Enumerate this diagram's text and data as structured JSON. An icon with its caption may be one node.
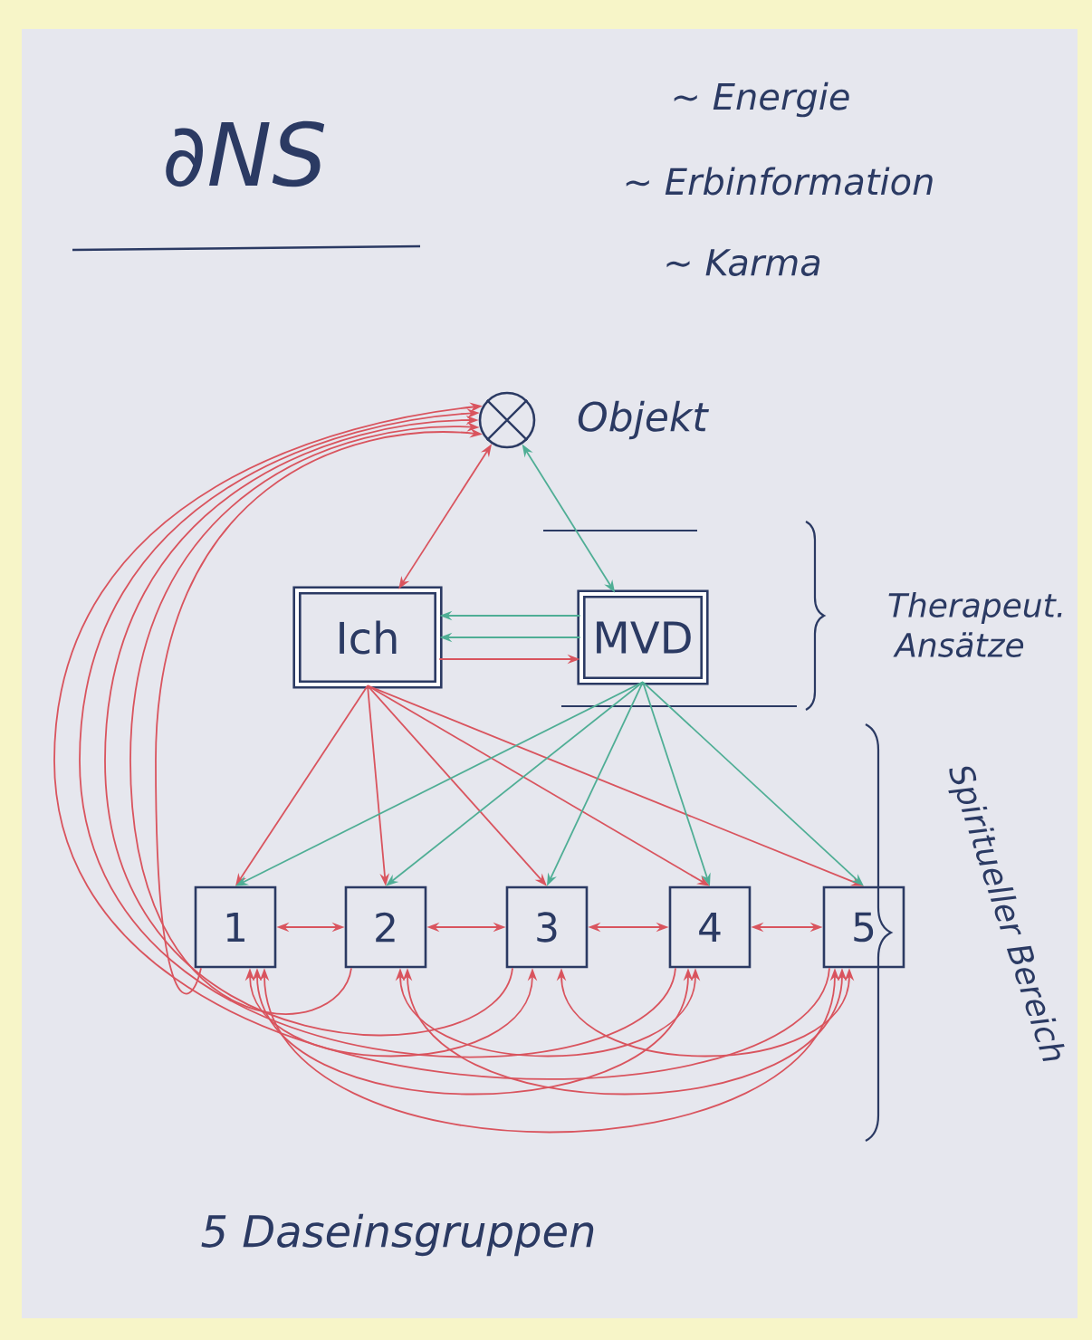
{
  "diagram": {
    "title": "∂NS",
    "nodes": [
      {
        "text": [],
        "shape": "circle",
        "beside": [
          "Objekt"
        ]
      },
      {
        "text": [
          "Ich"
        ]
      },
      {
        "text": [
          "MVD"
        ]
      },
      {
        "text": [
          "1"
        ]
      },
      {
        "text": [
          "2"
        ]
      },
      {
        "text": [
          "3"
        ]
      },
      {
        "text": [
          "4"
        ]
      },
      {
        "text": [
          "5"
        ]
      }
    ],
    "edges": [
      {
        "from": 1,
        "to": 0,
        "arrow": "both"
      },
      {
        "from": 2,
        "to": 0,
        "arrow": "both",
        "color": "#4fae95"
      },
      {
        "from": 1,
        "to": 2,
        "arrow": "to"
      },
      {
        "from": 2,
        "to": 1,
        "arrow": "to",
        "color": "#4fae95"
      },
      {
        "from": 2,
        "to": 1,
        "arrow": "to",
        "color": "#4fae95"
      },
      {
        "from": 1,
        "to": 3,
        "arrow": "to"
      },
      {
        "from": 1,
        "to": 4,
        "arrow": "to"
      },
      {
        "from": 1,
        "to": 5,
        "arrow": "to"
      },
      {
        "from": 1,
        "to": 6,
        "arrow": "to"
      },
      {
        "from": 1,
        "to": 7,
        "arrow": "to"
      },
      {
        "from": 2,
        "to": 3,
        "arrow": "to",
        "color": "#4fae95"
      },
      {
        "from": 2,
        "to": 4,
        "arrow": "to",
        "color": "#4fae95"
      },
      {
        "from": 2,
        "to": 5,
        "arrow": "to",
        "color": "#4fae95"
      },
      {
        "from": 2,
        "to": 6,
        "arrow": "to",
        "color": "#4fae95"
      },
      {
        "from": 2,
        "to": 7,
        "arrow": "to",
        "color": "#4fae95"
      },
      {
        "from": 3,
        "to": 4,
        "arrow": "both"
      },
      {
        "from": 4,
        "to": 5,
        "arrow": "both"
      },
      {
        "from": 5,
        "to": 6,
        "arrow": "both"
      },
      {
        "from": 6,
        "to": 7,
        "arrow": "both"
      },
      {
        "from": 3,
        "to": 5,
        "arrow": "both"
      },
      {
        "from": 3,
        "to": 6,
        "arrow": "both"
      },
      {
        "from": 3,
        "to": 7,
        "arrow": "both"
      },
      {
        "from": 4,
        "to": 6,
        "arrow": "both"
      },
      {
        "from": 4,
        "to": 7,
        "arrow": "both"
      },
      {
        "from": 5,
        "to": 7,
        "arrow": "both"
      },
      {
        "from": 3,
        "to": 0,
        "arrow": "to"
      },
      {
        "from": 4,
        "to": 0,
        "arrow": "to"
      },
      {
        "from": 5,
        "to": 0,
        "arrow": "to"
      },
      {
        "from": 6,
        "to": 0,
        "arrow": "to"
      },
      {
        "from": 7,
        "to": 0,
        "arrow": "to"
      }
    ],
    "labels": [
      "~ Energie",
      "~ Erbinformation",
      "~ Karma",
      "Therapeut. Ansätze",
      "Spiritueller Bereich",
      "5 Daseinsgruppen"
    ]
  }
}
